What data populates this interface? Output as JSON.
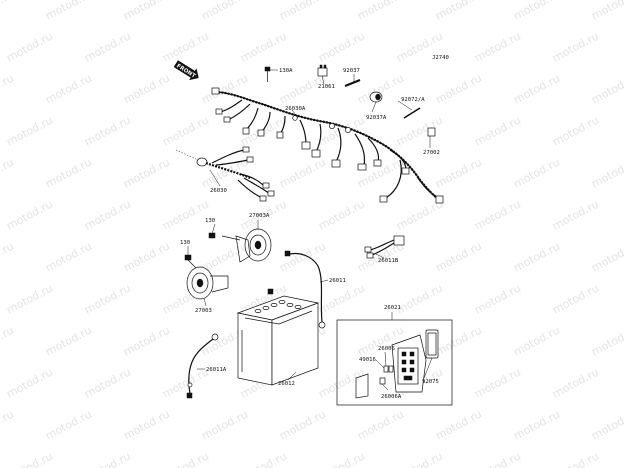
{
  "diagram_id": "J2740",
  "watermark": "motod.ru",
  "front_marker": "FRONT",
  "part_labels": {
    "p130a": "130A",
    "p21061": "21061",
    "p92037": "92037",
    "p92072a": "92072/A",
    "p26030a": "26030A",
    "p92037a": "92037A",
    "p27002": "27002",
    "p26030": "26030",
    "p27003a": "27003A",
    "p130_top": "130",
    "p130_bot": "130",
    "p26011b": "26011B",
    "p26011": "26011",
    "p27003": "27003",
    "p26021": "26021",
    "p26006": "26006",
    "p49016": "49016",
    "p92075": "92075",
    "p26006a": "26006A",
    "p26011a": "26011A",
    "p26012": "26012"
  }
}
